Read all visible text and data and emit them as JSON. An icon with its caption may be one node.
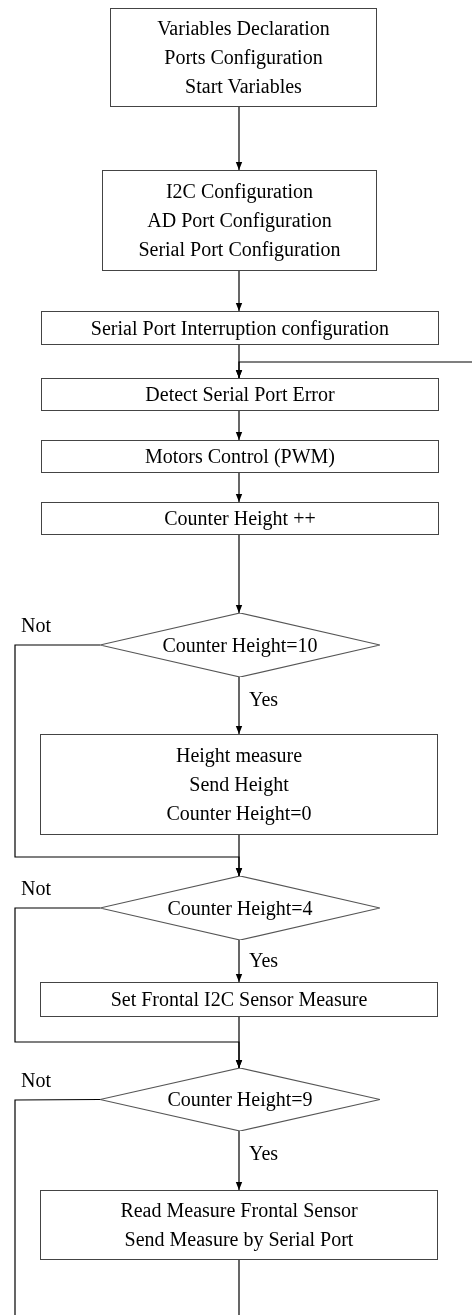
{
  "diagram": {
    "nodes": [
      {
        "text": [
          "Variables Declaration",
          "Ports Configuration",
          "Start Variables"
        ]
      },
      {
        "text": [
          "I2C Configuration",
          "AD Port Configuration",
          "Serial Port Configuration"
        ]
      },
      {
        "text": [
          "Serial Port Interruption configuration"
        ]
      },
      {
        "text": [
          "Detect Serial Port Error"
        ]
      },
      {
        "text": [
          "Motors Control (PWM)"
        ]
      },
      {
        "text": [
          "Counter Height ++"
        ]
      },
      {
        "text": [
          "Counter Height=10"
        ]
      },
      {
        "text": [
          "Height measure",
          "Send Height",
          "Counter Height=0"
        ]
      },
      {
        "text": [
          "Counter Height=4"
        ]
      },
      {
        "text": [
          "Set Frontal I2C Sensor Measure"
        ]
      },
      {
        "text": [
          "Counter Height=9"
        ]
      },
      {
        "text": [
          "Read Measure Frontal Sensor",
          "Send Measure by Serial Port"
        ]
      }
    ],
    "edges": [
      {
        "from": 0,
        "to": 1,
        "arrow": "to"
      },
      {
        "from": 1,
        "to": 2,
        "arrow": "to"
      },
      {
        "from": 2,
        "to": 3,
        "arrow": "to"
      },
      {
        "from": null,
        "to": 3,
        "arrow": "to"
      },
      {
        "from": 3,
        "to": 4,
        "arrow": "to"
      },
      {
        "from": 4,
        "to": 5,
        "arrow": "to"
      },
      {
        "from": 5,
        "to": 6,
        "arrow": "to"
      },
      {
        "from": 6,
        "to": 7,
        "arrow": "to",
        "label": "Yes"
      },
      {
        "from": 6,
        "to": 8,
        "arrow": "to",
        "label": "Not"
      },
      {
        "from": 7,
        "to": 8,
        "arrow": "to"
      },
      {
        "from": 8,
        "to": 9,
        "arrow": "to",
        "label": "Yes"
      },
      {
        "from": 8,
        "to": 10,
        "arrow": "to",
        "label": "Not"
      },
      {
        "from": 9,
        "to": 10,
        "arrow": "to"
      },
      {
        "from": 10,
        "to": 11,
        "arrow": "to",
        "label": "Yes"
      },
      {
        "from": 10,
        "to": null,
        "arrow": "none",
        "label": "Not"
      },
      {
        "from": 11,
        "to": null,
        "arrow": "none"
      }
    ]
  }
}
